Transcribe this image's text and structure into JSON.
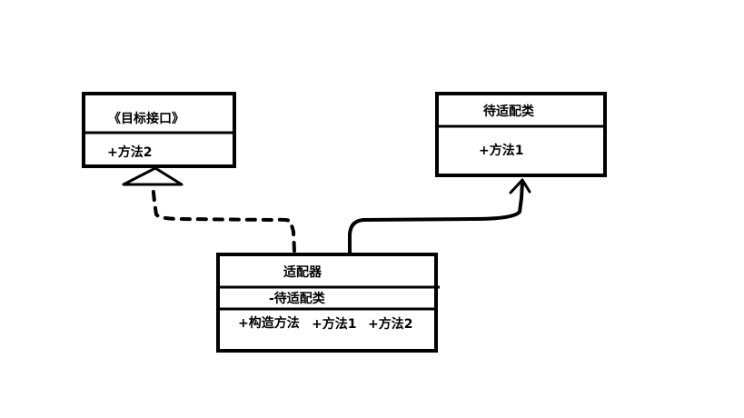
{
  "diagram": {
    "target_interface": {
      "name": "《目标接口》",
      "members": [
        "+方法2"
      ]
    },
    "adaptee": {
      "name": "待适配类",
      "members": [
        "+方法1"
      ]
    },
    "adapter": {
      "name": "适配器",
      "attributes": [
        "-待适配类"
      ],
      "methods": [
        "+构造方法",
        "+方法1",
        "+方法2"
      ]
    },
    "relations": [
      {
        "from": "adapter",
        "to": "target_interface",
        "kind": "realization",
        "line_style": "dashed",
        "arrowhead": "hollow-triangle"
      },
      {
        "from": "adapter",
        "to": "adaptee",
        "kind": "association",
        "line_style": "solid",
        "arrowhead": "open-arrow"
      }
    ],
    "colors": {
      "stroke": "#000000",
      "background": "#ffffff",
      "text": "#000000"
    }
  }
}
